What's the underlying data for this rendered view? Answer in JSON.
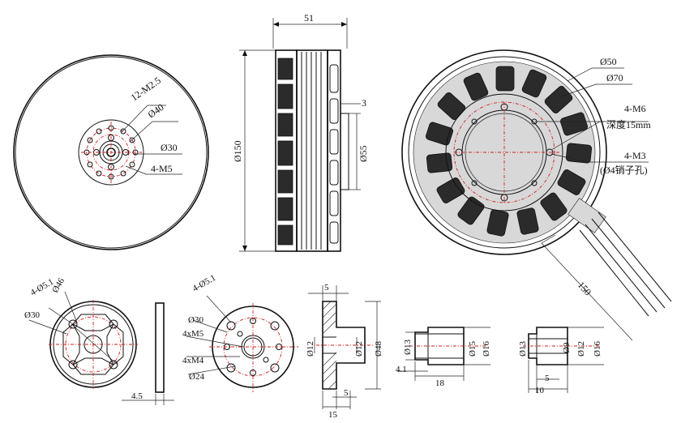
{
  "front_view": {
    "holes_12": "12-M2.5",
    "d40": "Ø40",
    "d30": "Ø30",
    "m5": "4-M5"
  },
  "side_view": {
    "width": "51",
    "dia150": "Ø150",
    "dia55": "Ø55",
    "shaft_step": "3"
  },
  "rear_view": {
    "d50": "Ø50",
    "d70": "Ø70",
    "m6": "4-M6",
    "m6_depth": "深度15mm",
    "m3": "4-M3",
    "m3_note": "(Ø4销子孔)",
    "cable_len": "150"
  },
  "adapter_plate": {
    "d46": "Ø46",
    "holes": "4-Ø5.1",
    "d30": "Ø30",
    "thickness": "4.5"
  },
  "flange_plate": {
    "holes": "4-Ø5.1",
    "d30": "Ø30",
    "m5": "4xM5",
    "m4": "4xM4",
    "d24": "Ø24"
  },
  "hub_section": {
    "top": "5",
    "d12": "Ø12",
    "d12b": "Ø12",
    "d48": "Ø48",
    "five": "5",
    "fifteen": "15"
  },
  "sleeve_a": {
    "d13": "Ø13",
    "d15": "Ø15",
    "d16": "Ø16",
    "len": "18",
    "step": "4.1"
  },
  "sleeve_b": {
    "d13": "Ø13",
    "d9": "Ø9",
    "d12": "Ø12",
    "d16": "Ø16",
    "five": "5",
    "ten": "10"
  }
}
